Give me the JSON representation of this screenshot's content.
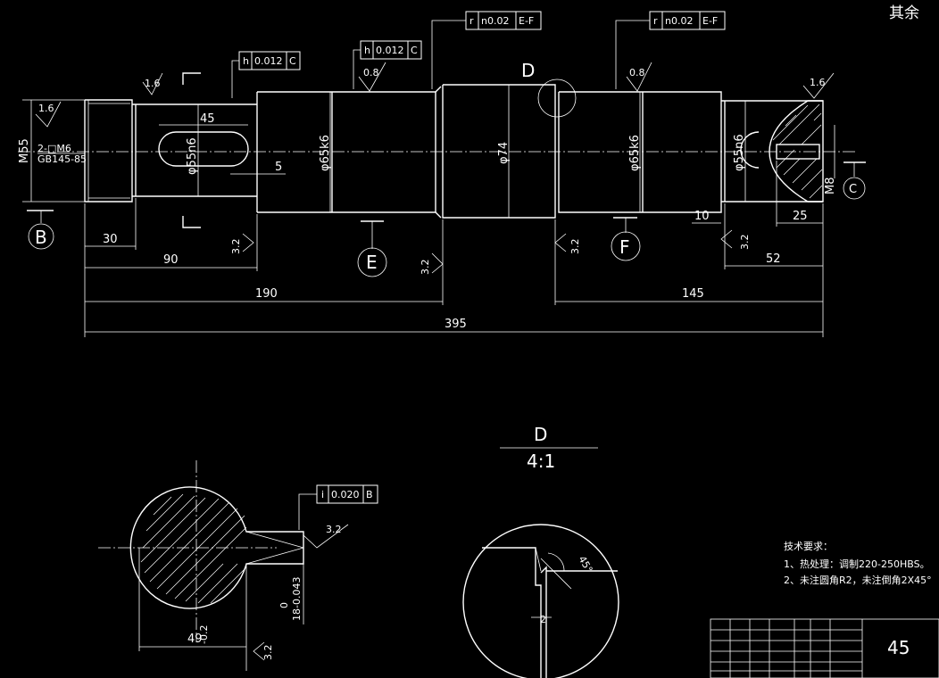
{
  "corner_note": "其余",
  "dimensions": {
    "overall": "395",
    "left_to_shoulder": "190",
    "right_section": "145",
    "to_first_step": "90",
    "thread_len": "30",
    "keyway_len": "45",
    "key_offset": "5",
    "right_key_len": "25",
    "right_shoulder": "52",
    "right_offset": "10"
  },
  "diameters": {
    "d65k6_left": "φ65k6",
    "d74": "φ74",
    "d65k6_right": "φ65k6",
    "d55n6_left": "φ55n6",
    "d55n6_right": "φ55n6",
    "m55": "M55",
    "m8": "M8"
  },
  "thread_note": [
    "2-□M6",
    "GB145-85"
  ],
  "roughness": {
    "r16a": "1.6",
    "r16b": "1.6",
    "r16c": "1.6",
    "r08a": "0.8",
    "r08b": "0.8",
    "r32a": "3.2",
    "r32b": "3.2",
    "r32c": "3.2",
    "r32d": "3.2",
    "r32e": "3.2",
    "r32f": "3.2"
  },
  "tolerance_frames": {
    "f1": [
      "h",
      "0.012",
      "C"
    ],
    "f2": [
      "h",
      "0.012",
      "C"
    ],
    "f3": [
      "r",
      "n0.02",
      "E-F"
    ],
    "f4": [
      "r",
      "n0.02",
      "E-F"
    ],
    "f5": [
      "i",
      "0.020",
      "B"
    ]
  },
  "datums": {
    "b": "B",
    "c": "C",
    "e": "E",
    "f": "F"
  },
  "detail_label": "D",
  "detail_view": {
    "title": "D",
    "scale": "4:1",
    "dim_2": "2",
    "dim_45": "45°"
  },
  "section": {
    "width": "49",
    "width_suffix": "-0.2",
    "depth_tol": "0",
    "depth": "18-0.043"
  },
  "tech_requirements": {
    "title": "技术要求：",
    "items": [
      "1、热处理：调制220-250HBS。",
      "2、未注圆角R2，未注倒角2X45°"
    ]
  },
  "title_block": {
    "material": "45"
  }
}
